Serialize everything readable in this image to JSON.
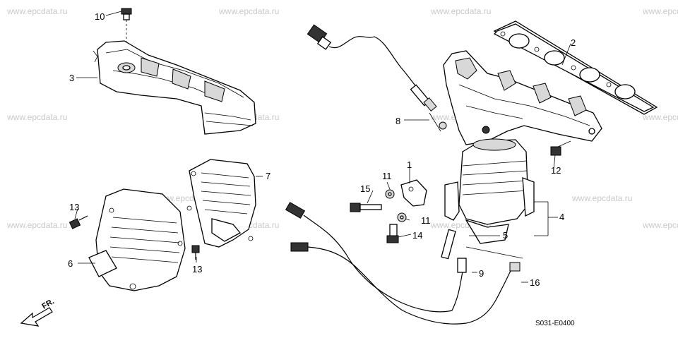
{
  "watermark": "www.epcdata.ru",
  "front_label": "FR.",
  "diagram_code": "S031-E0400",
  "callouts": {
    "p1": "1",
    "p2": "2",
    "p3": "3",
    "p4": "4",
    "p5": "5",
    "p6": "6",
    "p7": "7",
    "p8": "8",
    "p9": "9",
    "p10": "10",
    "p11": "11",
    "p12": "12",
    "p13": "13",
    "p14": "14",
    "p15": "15",
    "p16": "16"
  }
}
